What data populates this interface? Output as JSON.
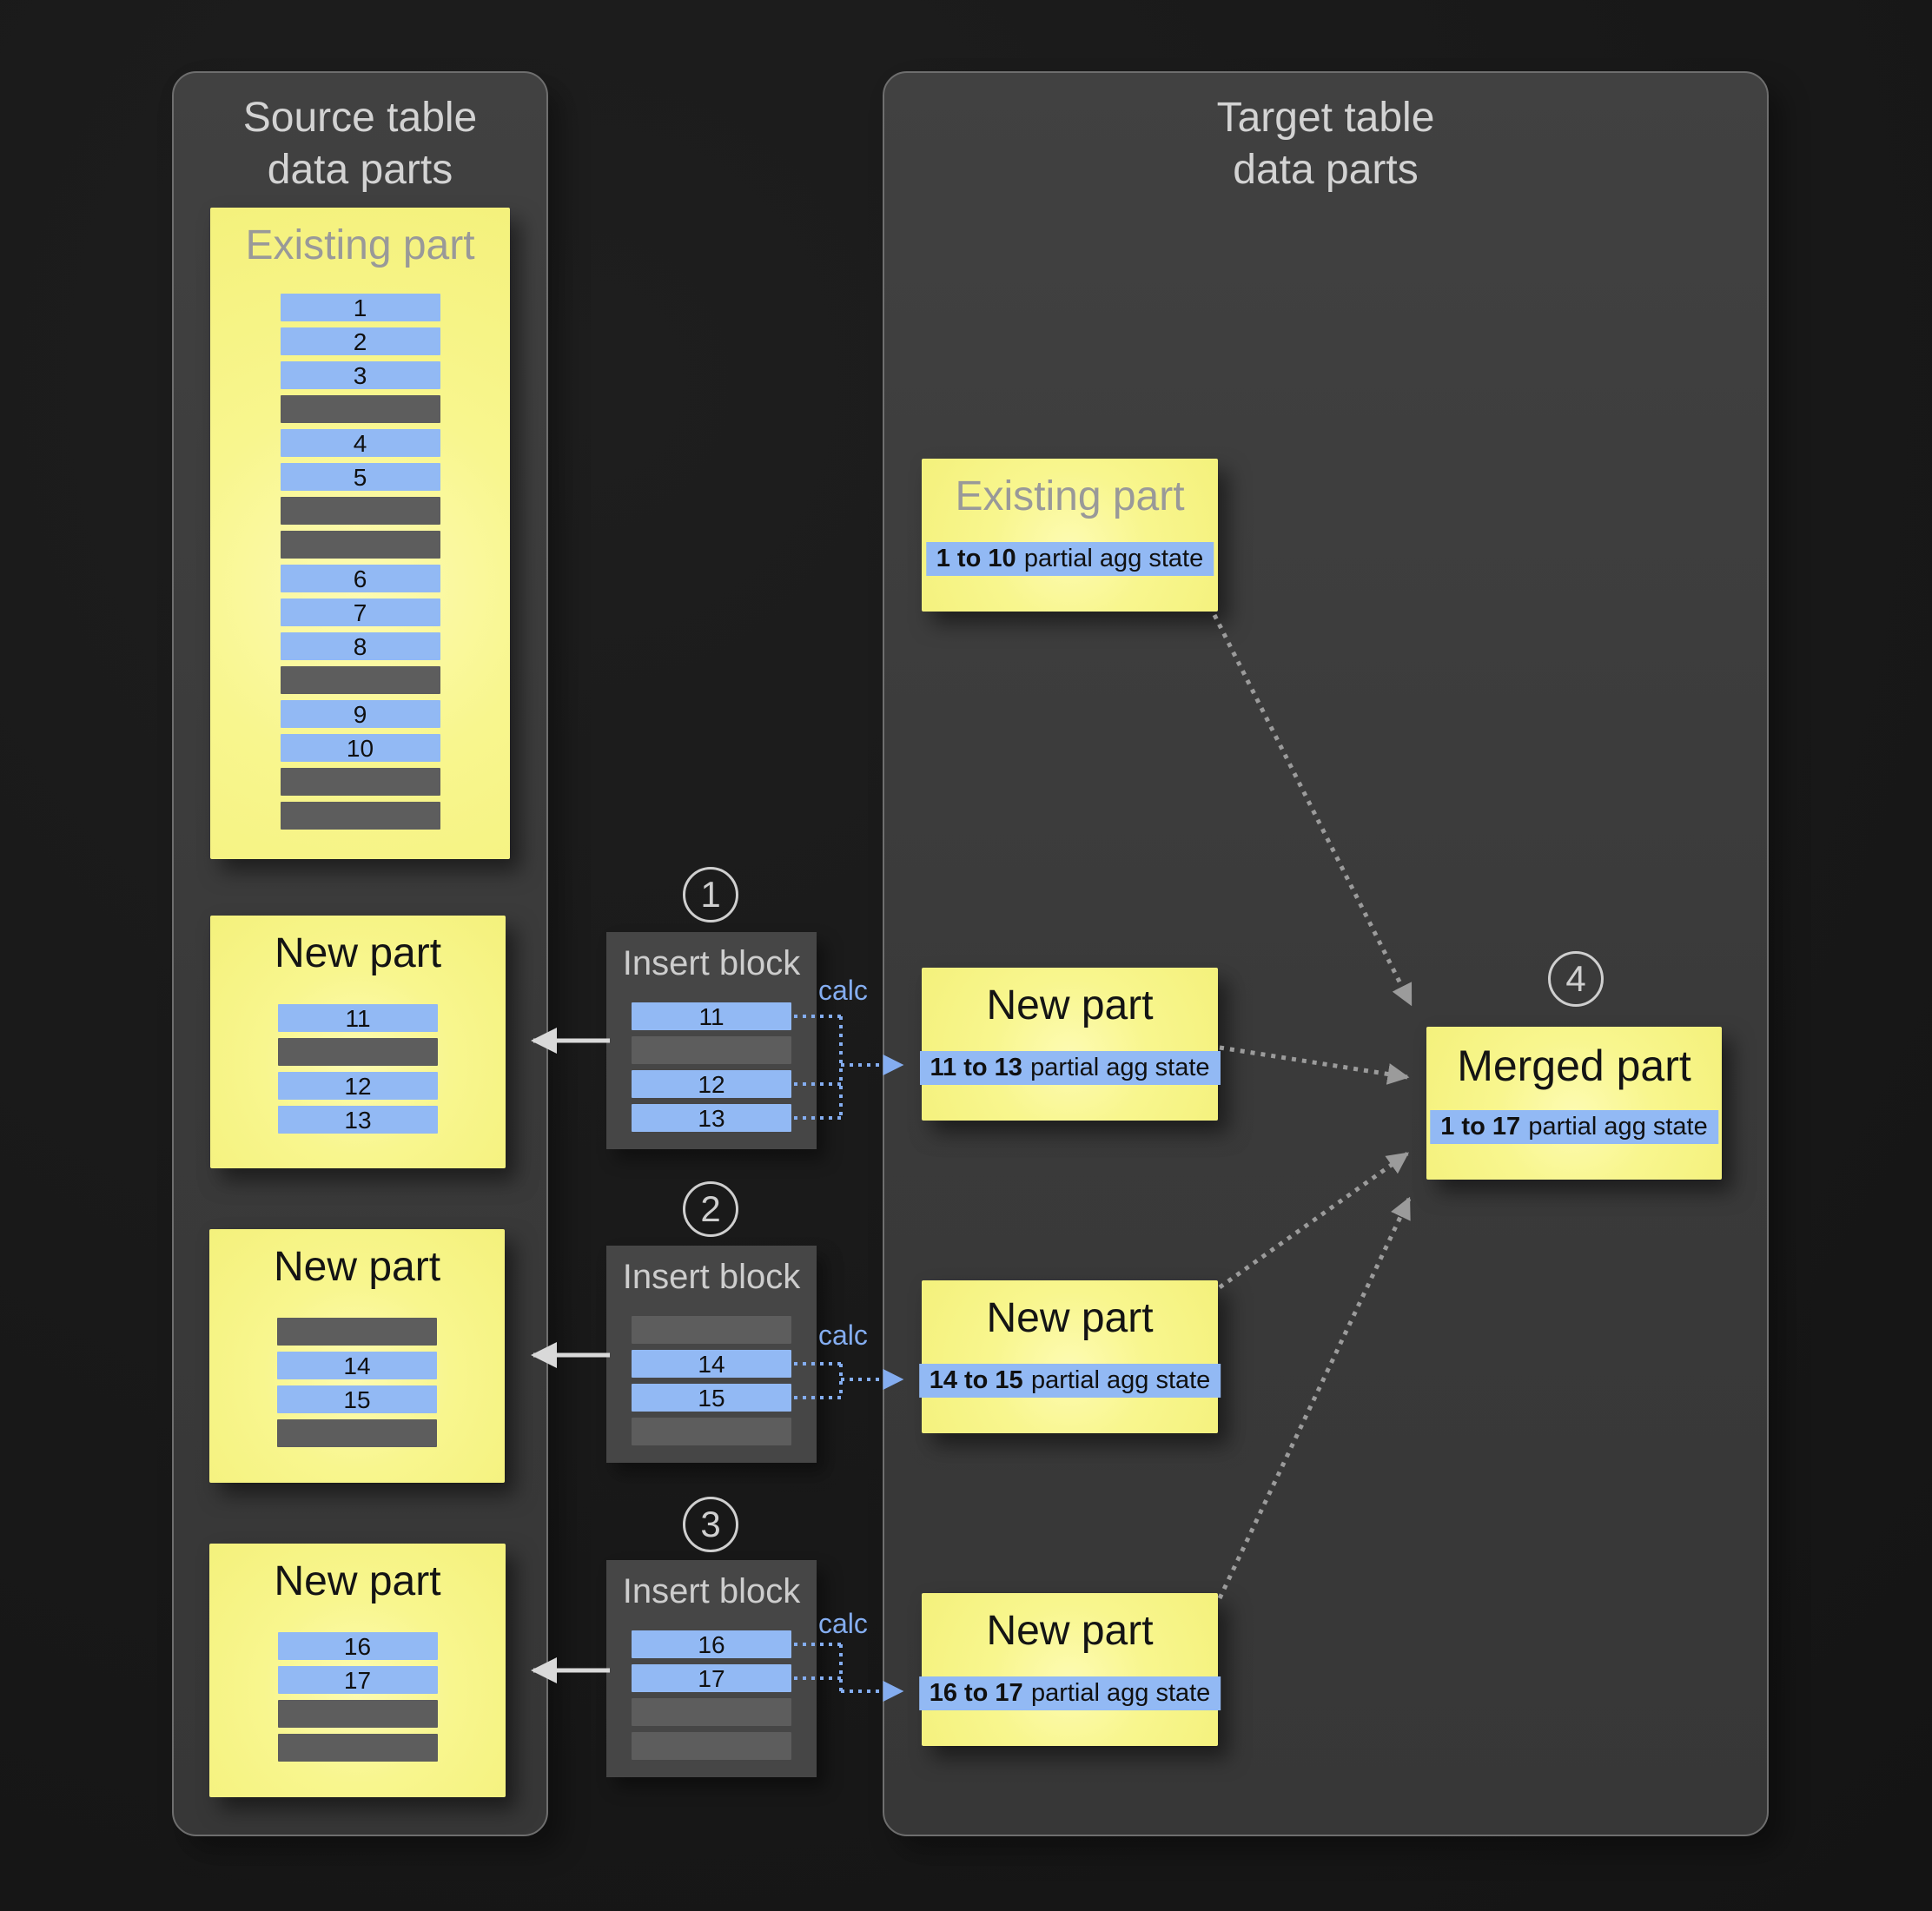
{
  "source_panel": {
    "title_line1": "Source table",
    "title_line2": "data parts",
    "existing_part": {
      "title": "Existing part",
      "rows": [
        "1",
        "2",
        "3",
        null,
        "4",
        "5",
        null,
        null,
        "6",
        "7",
        "8",
        null,
        "9",
        "10",
        null,
        null
      ]
    },
    "new_parts": [
      {
        "title": "New part",
        "rows": [
          "11",
          null,
          "12",
          "13"
        ]
      },
      {
        "title": "New part",
        "rows": [
          null,
          "14",
          "15",
          null
        ]
      },
      {
        "title": "New part",
        "rows": [
          "16",
          "17",
          null,
          null
        ]
      }
    ]
  },
  "insert_blocks": [
    {
      "step": "1",
      "title": "Insert block",
      "calc_label": "calc",
      "rows": [
        "11",
        null,
        "12",
        "13"
      ]
    },
    {
      "step": "2",
      "title": "Insert block",
      "calc_label": "calc",
      "rows": [
        null,
        "14",
        "15",
        null
      ]
    },
    {
      "step": "3",
      "title": "Insert block",
      "calc_label": "calc",
      "rows": [
        "16",
        "17",
        null,
        null
      ]
    }
  ],
  "target_panel": {
    "title_line1": "Target table",
    "title_line2": "data parts",
    "existing_part": {
      "title": "Existing part",
      "agg_bold": "1 to 10",
      "agg_rest": "partial agg state"
    },
    "new_parts": [
      {
        "title": "New part",
        "agg_bold": "11 to 13",
        "agg_rest": "partial agg state"
      },
      {
        "title": "New part",
        "agg_bold": "14 to 15",
        "agg_rest": "partial agg state"
      },
      {
        "title": "New part",
        "agg_bold": "16 to 17",
        "agg_rest": "partial agg state"
      }
    ],
    "merged_part": {
      "step": "4",
      "title": "Merged part",
      "agg_bold": "1 to 17",
      "agg_rest": "partial agg state"
    }
  },
  "colors": {
    "background": "#181818",
    "panel_fill": "#3c3c3c",
    "panel_border": "#6e6e6e",
    "note_yellow": "#f6f484",
    "row_blue": "#92b9f4",
    "row_gray": "#5d5d5d",
    "insert_block_fill": "#464646",
    "accent_blue": "#84adf0",
    "merge_arrow_gray": "#9b9b9b",
    "insert_arrow_white": "#d9d9d9"
  }
}
